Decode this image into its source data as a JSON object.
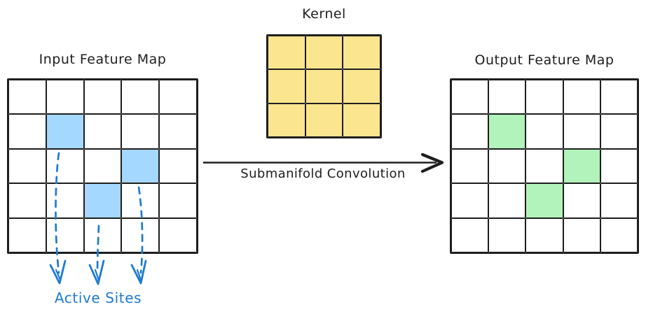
{
  "colors": {
    "stroke": "#1e1e1e",
    "input_active_fill": "#a5d8ff",
    "kernel_fill": "#fbe58f",
    "output_active_fill": "#b2f2bb",
    "accent_blue": "#1f7ad1",
    "background": "#ffffff"
  },
  "input_map": {
    "title": "Input Feature Map",
    "rows": 5,
    "cols": 5,
    "active_cells": [
      [
        1,
        1
      ],
      [
        2,
        3
      ],
      [
        3,
        2
      ]
    ]
  },
  "kernel": {
    "title": "Kernel",
    "rows": 3,
    "cols": 3,
    "fill_all": true,
    "active_cells": []
  },
  "output_map": {
    "title": "Output Feature Map",
    "rows": 5,
    "cols": 5,
    "active_cells": [
      [
        1,
        1
      ],
      [
        2,
        3
      ],
      [
        3,
        2
      ]
    ]
  },
  "arrow": {
    "label": "Submanifold Convolution"
  },
  "active_sites": {
    "label": "Active Sites"
  }
}
